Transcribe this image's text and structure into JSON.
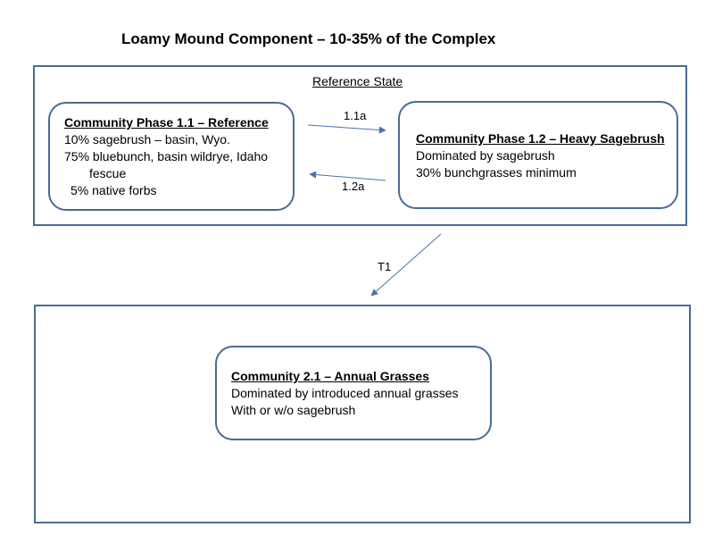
{
  "title": "Loamy Mound Component – 10-35% of the Complex",
  "reference_state": {
    "label": "Reference State"
  },
  "phase_1_1": {
    "title": "Community Phase 1.1 – Reference",
    "line1": "10% sagebrush – basin, Wyo.",
    "line2": "75% bluebunch, basin wildrye, Idaho",
    "line3": "fescue",
    "line4": "5% native forbs"
  },
  "phase_1_2": {
    "title": "Community Phase 1.2 – Heavy Sagebrush",
    "line1": "Dominated by sagebrush",
    "line2": "30% bunchgrasses minimum"
  },
  "community_2_1": {
    "title": "Community 2.1 – Annual Grasses",
    "line1": "Dominated by introduced annual grasses",
    "line2": "With or w/o sagebrush"
  },
  "transitions": {
    "t_1_1a": "1.1a",
    "t_1_2a": "1.2a",
    "t_T1": "T1"
  },
  "colors": {
    "border": "#4a6b96",
    "arrow": "#4a72b0"
  }
}
